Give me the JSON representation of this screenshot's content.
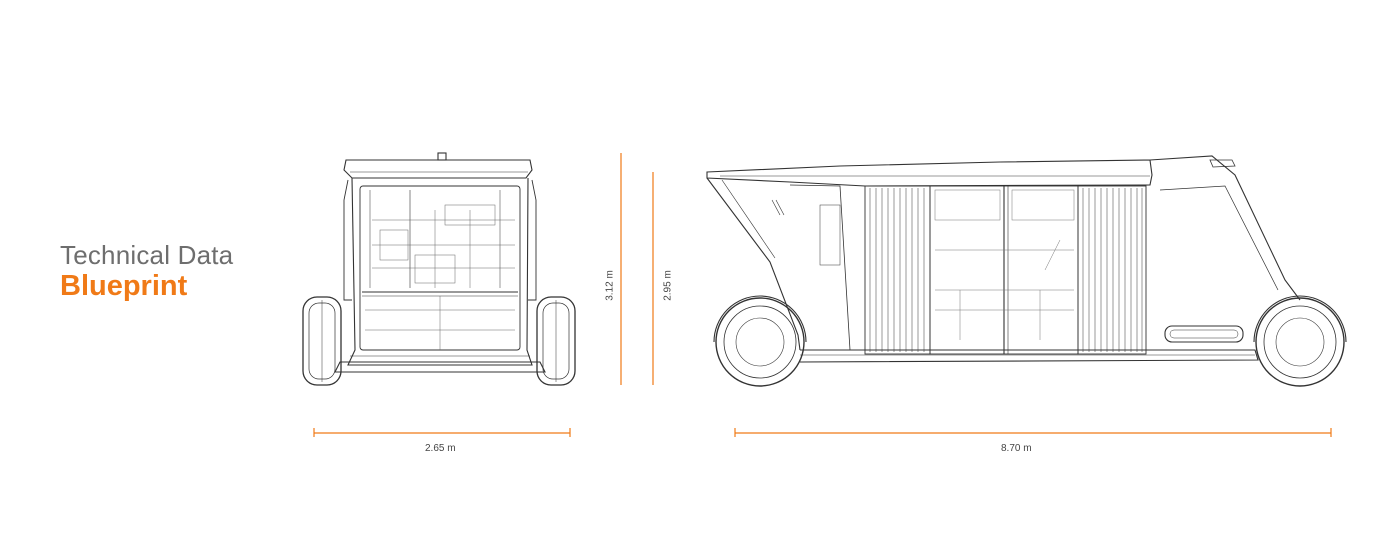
{
  "header": {
    "subtitle": "Technical Data",
    "title": "Blueprint"
  },
  "dimensions": {
    "front_width": "2.65 m",
    "front_height": "3.12 m",
    "side_height": "2.95 m",
    "side_length": "8.70 m"
  },
  "colors": {
    "accent": "#f07a17",
    "line": "#333333",
    "text_gray": "#6e6e6e"
  }
}
